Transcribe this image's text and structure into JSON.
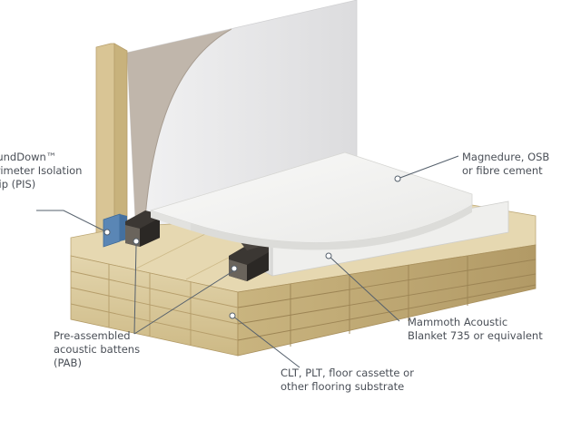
{
  "labels": {
    "perimeter_isolation": "SoundDown™\nPerimeter Isolation\nStrip (PIS)",
    "board": "Magnedure, OSB\nor fibre cement",
    "battens": "Pre-assembled\nacoustic battens\n(PAB)",
    "blanket": "Mammoth Acoustic\nBlanket 735 or equivalent",
    "substrate": "CLT, PLT, floor cassette or\nother flooring substrate"
  },
  "colors": {
    "timber": "#dccb9f",
    "timber_dark": "#b89f6c",
    "wall": "#ebebec",
    "insulation": "#bcb2a8",
    "board": "#f3f3f1",
    "blanket": "#ececea",
    "strip": "#5a86b5",
    "batten": "#3b3733",
    "leader": "#55606c",
    "text": "#4a4f57"
  }
}
